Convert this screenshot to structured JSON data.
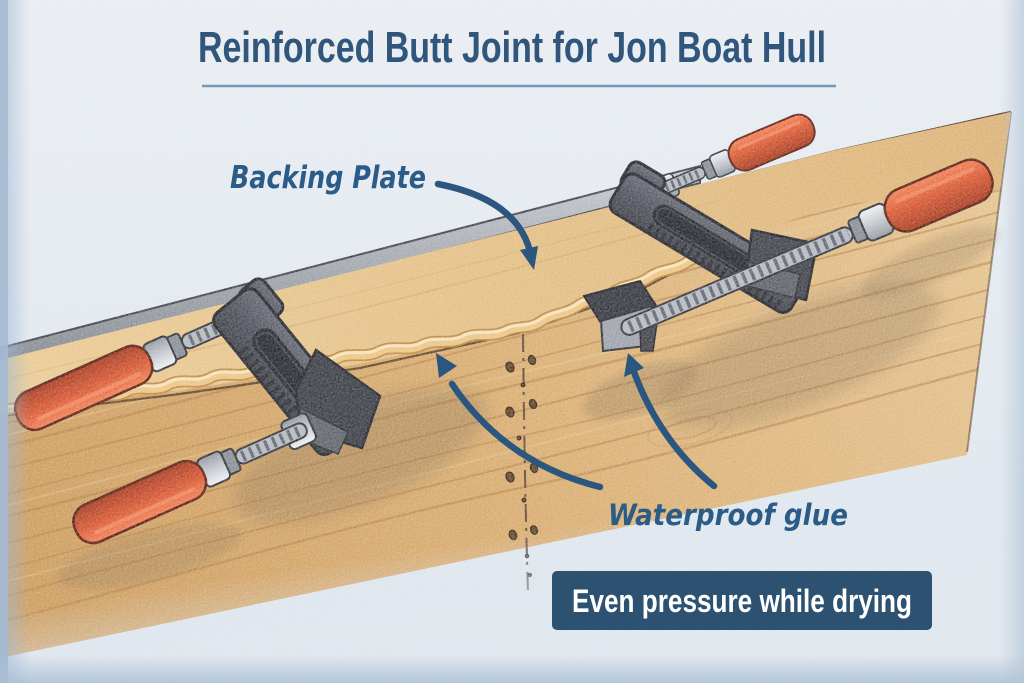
{
  "title": {
    "text": "Reinforced Butt Joint for Jon Boat Hull"
  },
  "labels": {
    "backing_plate": "Backing Plate",
    "waterproof_glue": "Waterproof glue"
  },
  "badge": {
    "text": "Even pressure while drying"
  },
  "scene": {
    "description": "Two bar clamps holding a wooden backing plate over a butt joint seam on a jon boat hull panel, with glue squeeze-out along the plate edge",
    "parts": [
      "bar-clamp-left",
      "bar-clamp-right",
      "backing-plate",
      "hull-panel",
      "glue-bead",
      "butt-joint-seam",
      "rivet-holes",
      "clamp-steel-bar",
      "swivel-pad"
    ]
  },
  "colors": {
    "background": "#E2E8EF",
    "edge_band": "#A4BAD2",
    "title_blue": "#30567C",
    "label_blue": "#2B5B87",
    "arrow_blue": "#2B567F",
    "badge_background": "#2D5271",
    "badge_text": "#FFFFFF",
    "hull_wood": "#D9A765",
    "backing_plate_wood": "#E7C287",
    "wood_grain": "#B07A3E",
    "glue": "#EEC47E",
    "glue_outline": "#BB8538",
    "clamp_body": "#45464E",
    "clamp_handle_red": "#D94F26",
    "metal": "#C9CCD2",
    "steel_bar": "#9B9FA6",
    "seam": "#4E3826"
  }
}
